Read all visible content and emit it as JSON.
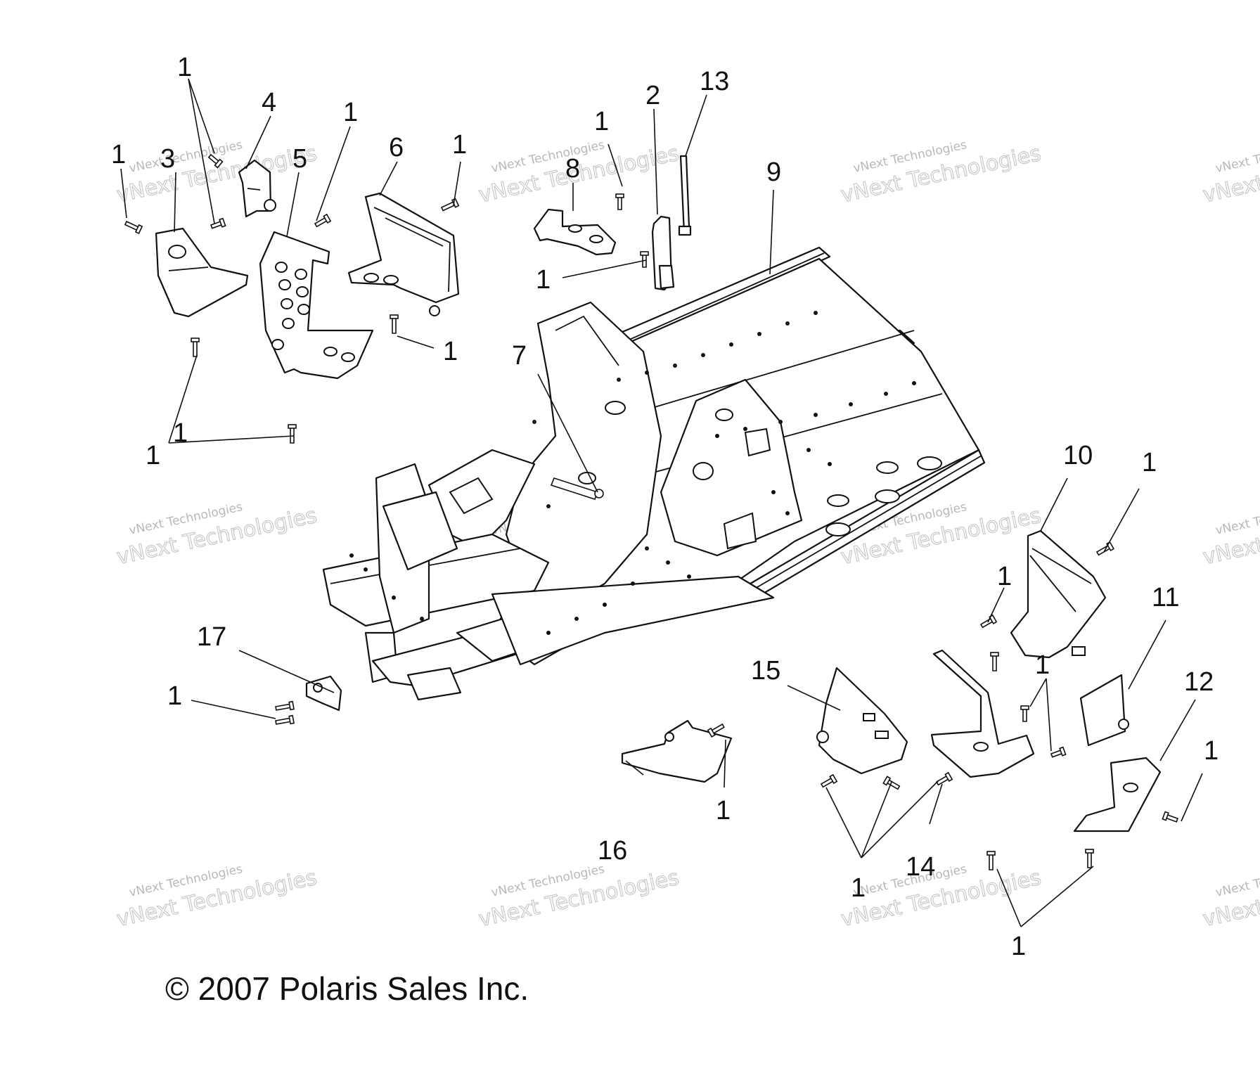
{
  "callouts": [
    "1",
    "1",
    "4",
    "1",
    "1",
    "3",
    "5",
    "6",
    "1",
    "2",
    "13",
    "1",
    "8",
    "9",
    "1",
    "1",
    "1",
    "7",
    "10",
    "1",
    "11",
    "1",
    "1",
    "15",
    "12",
    "1",
    "1",
    "17",
    "16",
    "1",
    "14",
    "1",
    "1"
  ],
  "copyright": "© 2007 Polaris Sales Inc.",
  "watermark": {
    "line1": "vNext Technologies",
    "line2": "vNext Technologies",
    "color": "#b8b8b8"
  }
}
